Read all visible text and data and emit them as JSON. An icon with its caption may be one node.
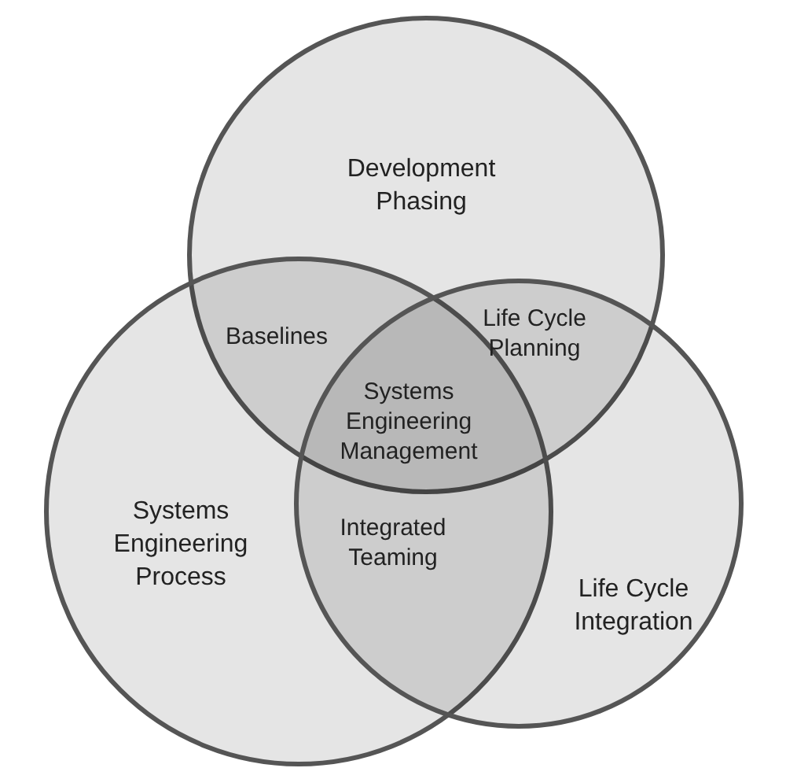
{
  "diagram": {
    "nodes": [
      {
        "text": [
          "Development Phasing"
        ]
      },
      {
        "text": [
          "Systems Engineering Process"
        ]
      },
      {
        "text": [
          "Life Cycle Integration"
        ]
      }
    ],
    "labels": [
      "Baselines",
      "Life Cycle Planning",
      "Systems Engineering Management",
      "Integrated Teaming"
    ]
  }
}
